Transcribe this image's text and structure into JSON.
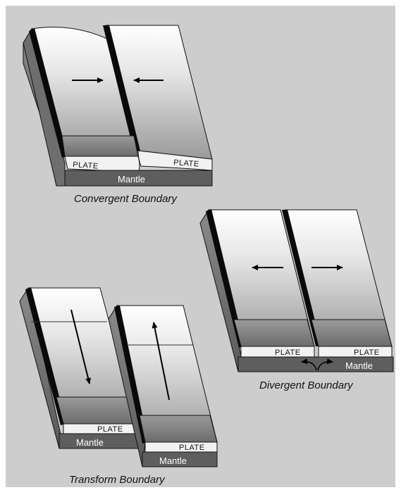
{
  "panels": {
    "convergent": {
      "caption": "Convergent Boundary",
      "plate_left": "PLATE",
      "plate_right": "PLATE",
      "mantle": "Mantle"
    },
    "divergent": {
      "caption": "Divergent Boundary",
      "plate_left": "PLATE",
      "plate_right": "PLATE",
      "mantle": "Mantle"
    },
    "transform": {
      "caption": "Transform Boundary",
      "plate_left": "PLATE",
      "plate_right": "PLATE",
      "mantle_left": "Mantle",
      "mantle_right": "Mantle"
    }
  },
  "colors": {
    "background": "#cdcdcd",
    "border": "#ffffff",
    "side": "#6e6e6e",
    "edge": "#0a0a0a",
    "mantle": "#5e5e5e"
  }
}
